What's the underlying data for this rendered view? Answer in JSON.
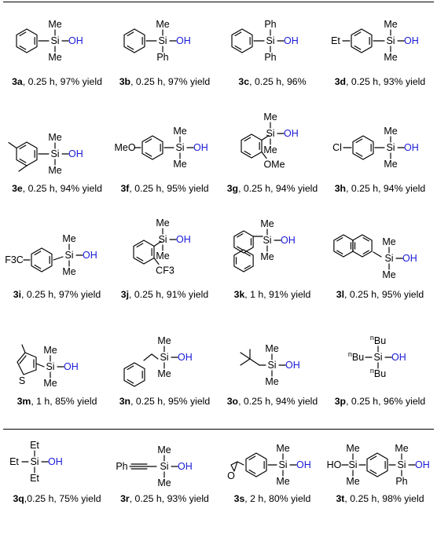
{
  "compounds": [
    {
      "id": "3a",
      "condition": ", 0.25 h, 97% yield",
      "groups": {
        "top": "Me",
        "bottom": "Me"
      }
    },
    {
      "id": "3b",
      "condition": ", 0.25 h, 97% yield",
      "groups": {
        "top": "Me",
        "bottom": "Ph"
      }
    },
    {
      "id": "3c",
      "condition": ", 0.25 h, 96%",
      "groups": {
        "top": "Ph",
        "bottom": "Ph"
      }
    },
    {
      "id": "3d",
      "condition": ", 0.25 h,  93% yield",
      "groups": {
        "top": "Me",
        "bottom": "Me",
        "para": "Et"
      }
    },
    {
      "id": "3e",
      "condition": ", 0.25 h, 94% yield",
      "groups": {
        "top": "Me",
        "bottom": "Me"
      }
    },
    {
      "id": "3f",
      "condition": ", 0.25 h, 95% yield",
      "groups": {
        "top": "Me",
        "bottom": "Me",
        "para": "MeO"
      }
    },
    {
      "id": "3g",
      "condition": ", 0.25 h, 94% yield",
      "groups": {
        "top": "Me",
        "bottom": "Me",
        "ortho": "OMe"
      }
    },
    {
      "id": "3h",
      "condition": ", 0.25 h, 94% yield",
      "groups": {
        "top": "Me",
        "bottom": "Me",
        "para": "Cl"
      }
    },
    {
      "id": "3i",
      "condition": ", 0.25 h, 97% yield",
      "groups": {
        "top": "Me",
        "bottom": "Me",
        "para": "F3C"
      }
    },
    {
      "id": "3j",
      "condition": ", 0.25 h, 91% yield",
      "groups": {
        "top": "Me",
        "bottom": "Me",
        "ortho": "CF3"
      }
    },
    {
      "id": "3k",
      "condition": ", 1 h, 91% yield",
      "groups": {
        "top": "Me",
        "bottom": "Me"
      }
    },
    {
      "id": "3l",
      "condition": ", 0.25 h, 95% yield",
      "groups": {
        "top": "Me",
        "bottom": "Me"
      }
    },
    {
      "id": "3m",
      "condition": ", 1 h, 85% yield",
      "groups": {
        "top": "Me",
        "bottom": "Me",
        "hetero": "S"
      }
    },
    {
      "id": "3n",
      "condition": ", 0.25 h, 95% yield",
      "groups": {
        "top": "Me",
        "bottom": "Me"
      }
    },
    {
      "id": "3o",
      "condition": ", 0.25 h, 94% yield",
      "groups": {
        "top": "Me",
        "bottom": "Me"
      }
    },
    {
      "id": "3p",
      "condition": ", 0.25 h, 96% yield",
      "groups": {
        "top": "nBu",
        "left": "nBu",
        "bottom": "nBu"
      }
    },
    {
      "id": "3q",
      "condition": ",0.25 h, 75% yield",
      "groups": {
        "top": "Et",
        "left": "Et",
        "bottom": "Et"
      }
    },
    {
      "id": "3r",
      "condition": ", 0.25 h, 93% yield",
      "groups": {
        "top": "Me",
        "bottom": "Me",
        "left": "Ph"
      }
    },
    {
      "id": "3s",
      "condition": ", 2 h, 80% yield",
      "groups": {
        "top": "Me",
        "bottom": "Me",
        "ring": "O"
      }
    },
    {
      "id": "3t",
      "condition": ", 0.25 h, 98% yield",
      "groups": {
        "top": "Me",
        "bottom": "Ph",
        "top2": "Me",
        "bottom2": "Me",
        "left": "HO"
      }
    }
  ],
  "labels": {
    "si": "Si",
    "oh": "OH",
    "n": "n",
    "bu": "Bu"
  },
  "colors": {
    "hydroxyl": "#1a1ad6",
    "ink": "#000000"
  }
}
